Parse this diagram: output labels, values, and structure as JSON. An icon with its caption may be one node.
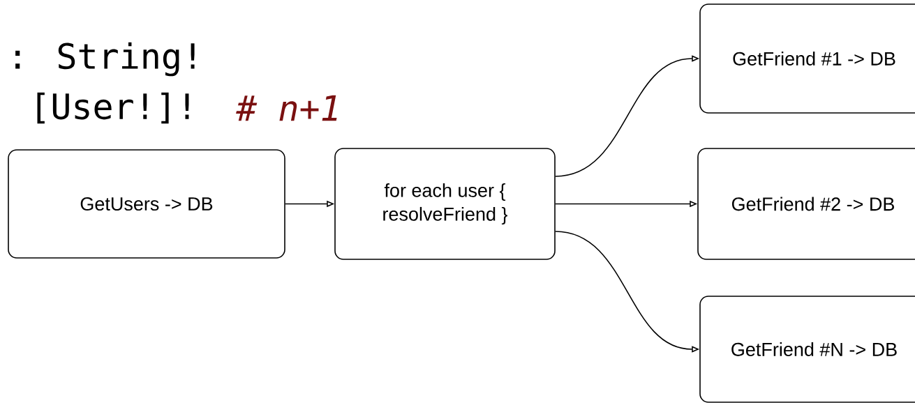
{
  "diagram": {
    "nodes": [
      {
        "text": [
          "GetUsers -> DB"
        ]
      },
      {
        "text": [
          "for each user { resolveFriend }"
        ]
      },
      {
        "text": [
          "GetFriend #1 -> DB"
        ]
      },
      {
        "text": [
          "GetFriend #2 -> DB"
        ]
      },
      {
        "text": [
          "GetFriend #N -> DB"
        ]
      }
    ],
    "edges": [
      {
        "from": 0,
        "to": 1,
        "arrow": "to"
      },
      {
        "from": 1,
        "to": 2,
        "arrow": "to"
      },
      {
        "from": 1,
        "to": 3,
        "arrow": "to"
      },
      {
        "from": 1,
        "to": 4,
        "arrow": "to"
      }
    ],
    "labels": [
      ": String!",
      "[User!]!",
      "# n+1"
    ]
  }
}
